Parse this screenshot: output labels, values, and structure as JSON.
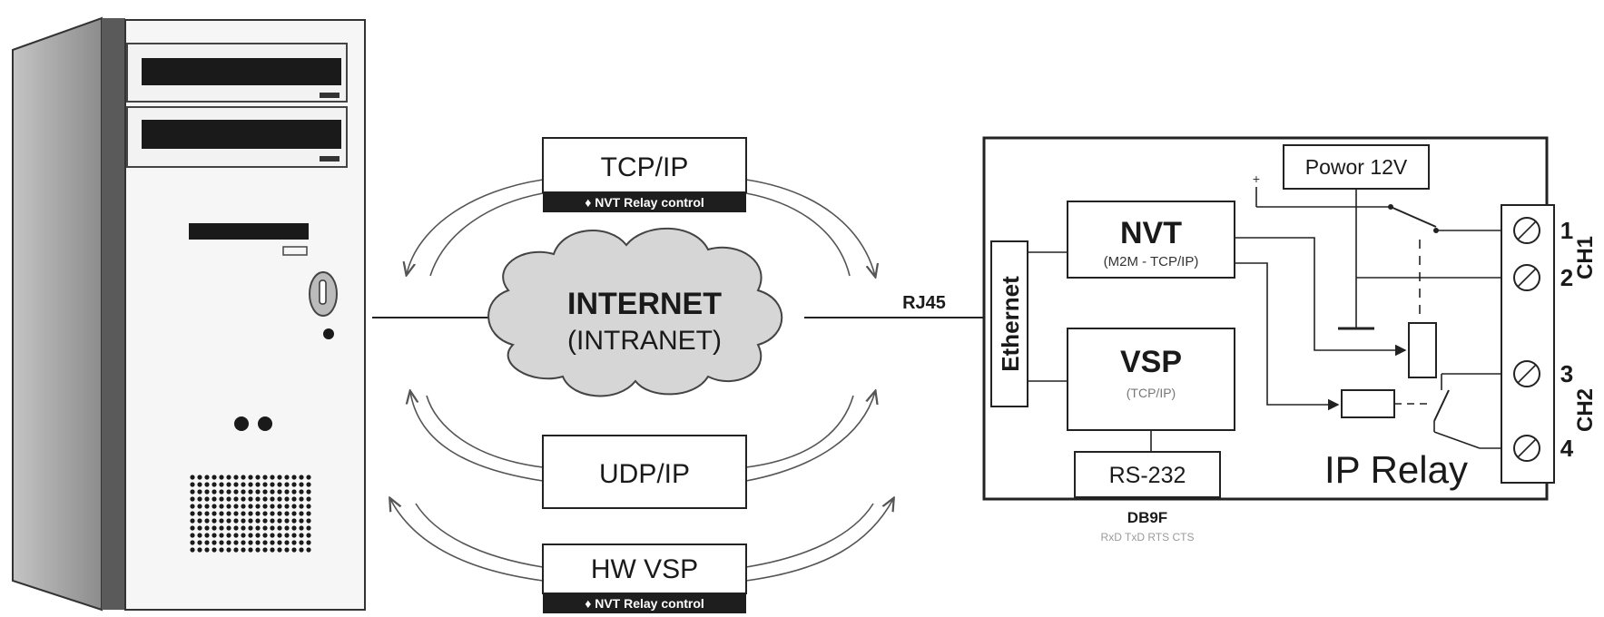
{
  "protocols": {
    "tcp_ip": "TCP/IP",
    "tcp_badge": "♦ NVT Relay control",
    "udp_ip": "UDP/IP",
    "hw_vsp": "HW VSP",
    "hw_badge": "♦ NVT Relay control"
  },
  "cloud": {
    "line1": "INTERNET",
    "line2": "(INTRANET)"
  },
  "connector": {
    "rj45": "RJ45",
    "db9f": "DB9F",
    "db9_signals": "RxD TxD RTS CTS"
  },
  "relay": {
    "ethernet": "Ethernet",
    "nvt_title": "NVT",
    "nvt_sub": "(M2M - TCP/IP)",
    "vsp_title": "VSP",
    "vsp_sub": "(TCP/IP)",
    "rs232": "RS-232",
    "power": "Powor 12V",
    "device_name": "IP Relay",
    "plus": "+"
  },
  "terminals": {
    "t1": "1",
    "t2": "2",
    "t3": "3",
    "t4": "4",
    "ch1": "CH1",
    "ch2": "CH2"
  },
  "colors": {
    "ink": "#1a1a1a",
    "cloud_fill": "#d6d6d6",
    "pc_front": "#f4f4f4",
    "pc_side": "#9a9a9a",
    "badge_bg": "#1e1e1e"
  }
}
